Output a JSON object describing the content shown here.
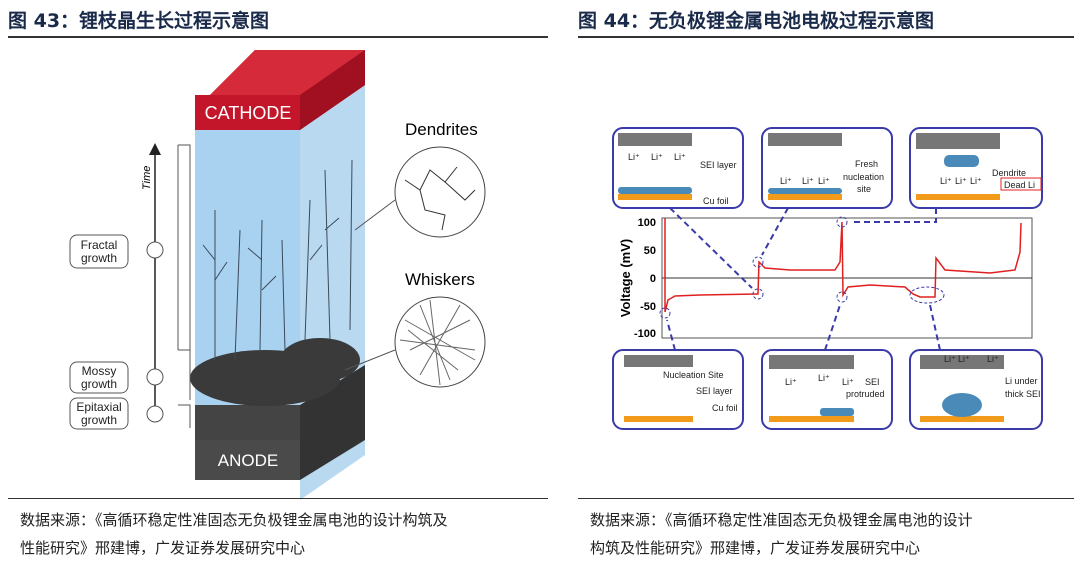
{
  "fig43": {
    "title": "图 43：锂枝晶生长过程示意图",
    "cathode": "CATHODE",
    "anode": "ANODE",
    "time": "Time",
    "fractal": [
      "Fractal",
      "growth"
    ],
    "mossy": [
      "Mossy",
      "growth"
    ],
    "epitaxial": [
      "Epitaxial",
      "growth"
    ],
    "dendrites": "Dendrites",
    "whiskers": "Whiskers",
    "source": [
      "数据来源：《高循环稳定性准固态无负极锂金属电池的设计构筑及",
      "性能研究》邢建博，广发证券发展研究中心"
    ]
  },
  "fig44": {
    "title": "图 44：无负极锂金属电池电极过程示意图",
    "ylabel": "Voltage (mV)",
    "yticks": [
      "100",
      "50",
      "0",
      "-50",
      "-100"
    ],
    "li": "Li⁺",
    "sei_layer": "SEI layer",
    "cu_foil": "Cu foil",
    "fresh": [
      "Fresh",
      "nucleation",
      "site"
    ],
    "dendrite": "Dendrite",
    "dead_li": "Dead Li",
    "nucleation_site": "Nucleation Site",
    "sei_protruded": [
      "SEI",
      "protruded"
    ],
    "li_under": [
      "Li under",
      "thick SEI"
    ],
    "source": [
      "数据来源：《高循环稳定性准固态无负极锂金属电池的设计",
      "构筑及性能研究》邢建博，广发证券发展研究中心"
    ]
  }
}
